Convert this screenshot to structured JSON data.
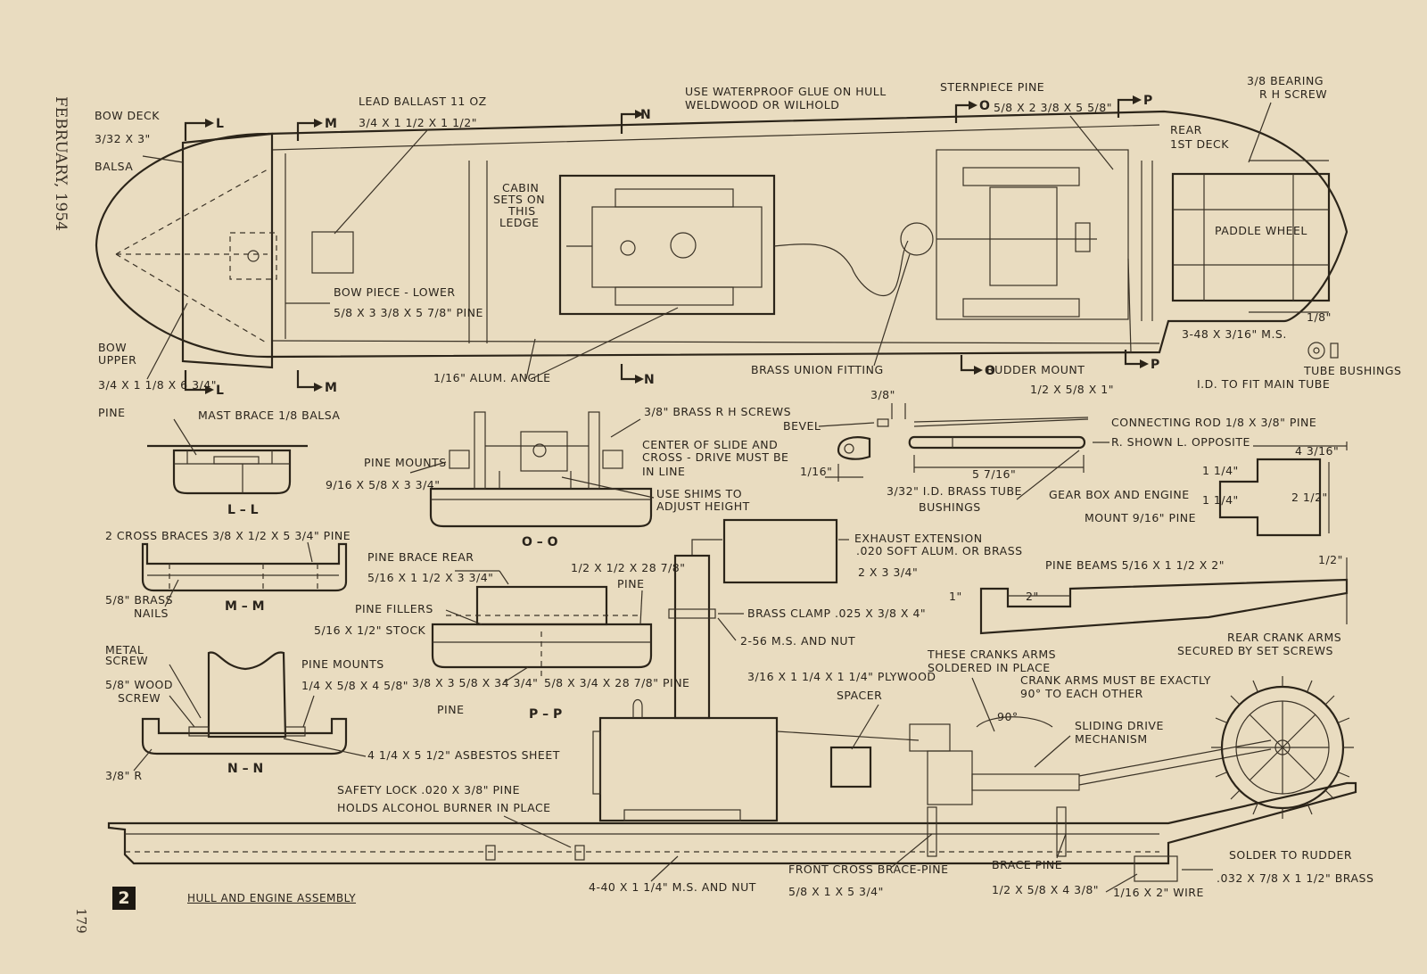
{
  "page": {
    "date": "FEBRUARY, 1954",
    "page_number": "179",
    "figure_number": "2",
    "figure_title": "HULL AND ENGINE ASSEMBLY"
  },
  "section_markers": {
    "l": "L",
    "m": "M",
    "n": "N",
    "o": "O",
    "p": "P"
  },
  "section_captions": {
    "ll": "L – L",
    "mm": "M – M",
    "nn": "N – N",
    "oo": "O – O",
    "pp": "P – P"
  },
  "labels": {
    "bow_deck": "BOW DECK",
    "bow_deck_size": "3/32 X 3\"",
    "balsa": "BALSA",
    "lead_ballast": "LEAD BALLAST 11 OZ",
    "lead_ballast_size": "3/4 X 1 1/2 X 1 1/2\"",
    "glue_note_1": "USE WATERPROOF GLUE ON HULL",
    "glue_note_2": "WELDWOOD OR WILHOLD",
    "sternpiece": "STERNPIECE PINE",
    "sternpiece_size": "5/8 X 2 3/8 X 5 5/8\"",
    "bearing": "3/8 BEARING",
    "rh_screw": "R H SCREW",
    "rear_deck_1": "REAR",
    "rear_deck_2": "1ST DECK",
    "cabin_1": "CABIN",
    "cabin_2": "SETS ON",
    "cabin_3": "THIS",
    "cabin_4": "LEDGE",
    "paddle_wheel": "PADDLE WHEEL",
    "bow_piece_lower": "BOW PIECE - LOWER",
    "bow_piece_lower_size": "5/8 X 3 3/8 X 5 7/8\" PINE",
    "bow_upper_1": "BOW",
    "bow_upper_2": "UPPER",
    "bow_upper_size": "3/4 X 1 1/8 X 6 3/4\"",
    "pine": "PINE",
    "mast_brace": "MAST BRACE 1/8 BALSA",
    "alum_angle": "1/16\" ALUM. ANGLE",
    "brass_union": "BRASS UNION FITTING",
    "rudder_mount": "RUDDER MOUNT",
    "rudder_mount_size": "1/2 X 5/8 X 1\"",
    "ms_screw": "3-48 X 3/16\" M.S.",
    "tube_dim": "1/8\"",
    "tube_bushings_1": "TUBE BUSHINGS",
    "tube_bushings_2": "I.D. TO FIT MAIN TUBE",
    "brass_rh_screws": "3/8\" BRASS R H SCREWS",
    "center_slide_1": "CENTER OF SLIDE AND",
    "center_slide_2": "CROSS - DRIVE MUST BE",
    "center_slide_3": "IN LINE",
    "pine_mounts": "PINE MOUNTS",
    "pine_mounts_size": "9/16 X 5/8 X 3 3/4\"",
    "use_shims_1": "USE SHIMS TO",
    "use_shims_2": "ADJUST HEIGHT",
    "bevel": "BEVEL",
    "dim_3_8": "3/8\"",
    "dim_1_16": "1/16\"",
    "dim_5_7_16": "5 7/16\"",
    "brass_tube_1": "3/32\" I.D. BRASS TUBE",
    "brass_tube_2": "BUSHINGS",
    "connecting_rod": "CONNECTING ROD 1/8 X 3/8\" PINE",
    "r_shown": "R. SHOWN L. OPPOSITE",
    "gear_box_1": "GEAR BOX AND ENGINE",
    "gear_box_2": "MOUNT 9/16\" PINE",
    "dim_4_3_16": "4 3/16\"",
    "dim_1_1_4": "1 1/4\"",
    "dim_2_1_2": "2 1/2\"",
    "cross_braces": "2 CROSS BRACES 3/8 X 1/2 X 5 3/4\" PINE",
    "brass_nails_1": "5/8\" BRASS",
    "brass_nails_2": "NAILS",
    "exhaust_1": "EXHAUST EXTENSION",
    "exhaust_2": ".020 SOFT ALUM. OR BRASS",
    "exhaust_3": "2 X 3 3/4\"",
    "pine_brace_rear": "PINE BRACE REAR",
    "pine_brace_rear_size": "5/16 X 1 1/2 X 3 3/4\"",
    "pine_28": "1/2 X 1/2 X 28 7/8\"",
    "pine_fillers": "PINE FILLERS",
    "stock": "5/16 X 1/2\" STOCK",
    "pine_beams": "PINE BEAMS 5/16 X 1 1/2 X 2\"",
    "dim_1": "1\"",
    "dim_2": "2\"",
    "dim_1_2": "1/2\"",
    "brass_clamp": "BRASS CLAMP .025 X 3/8 X 4\"",
    "ms_nut_256": "2-56 M.S. AND NUT",
    "rear_crank_1": "REAR CRANK ARMS",
    "rear_crank_2": "SECURED BY SET SCREWS",
    "metal_screw_1": "METAL",
    "metal_screw_2": "SCREW",
    "wood_screw_1": "5/8\" WOOD",
    "wood_screw_2": "SCREW",
    "pine_mounts_2": "PINE MOUNTS",
    "pine_mounts_2_size": "1/4 X 5/8 X 4 5/8\"",
    "pp_pine_left": "3/8 X 3 5/8 X 34 3/4\"",
    "pp_pine_right": "5/8 X 3/4 X 28 7/8\" PINE",
    "plywood_1": "3/16 X 1 1/4 X 1 1/4\" PLYWOOD",
    "plywood_2": "SPACER",
    "cranks_soldered_1": "THESE CRANKS ARMS",
    "cranks_soldered_2": "SOLDERED IN PLACE",
    "crank_90_1": "CRANK ARMS MUST BE EXACTLY",
    "crank_90_2": "90° TO EACH OTHER",
    "angle_90": "90°",
    "sliding_1": "SLIDING DRIVE",
    "sliding_2": "MECHANISM",
    "radius": "3/8\" R",
    "asbestos": "4 1/4 X 5 1/2\" ASBESTOS SHEET",
    "safety_lock": "SAFETY LOCK .020 X 3/8\" PINE",
    "holds_burner": "HOLDS ALCOHOL BURNER IN PLACE",
    "ms_nut_440": "4-40 X 1 1/4\" M.S. AND NUT",
    "front_cross_1": "FRONT CROSS BRACE-PINE",
    "front_cross_2": "5/8 X 1 X 5 3/4\"",
    "brace_pine_1": "BRACE PINE",
    "brace_pine_2": "1/2 X 5/8 X 4 3/8\"",
    "wire": "1/16 X 2\" WIRE",
    "solder_1": "SOLDER TO RUDDER",
    "solder_2": ".032 X 7/8 X 1 1/2\" BRASS"
  }
}
